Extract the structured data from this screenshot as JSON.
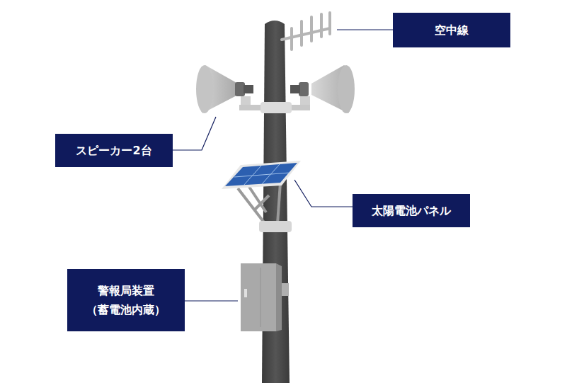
{
  "diagram": {
    "nodes": [
      {
        "text": [
          "空中線"
        ]
      },
      {
        "text": [
          "スピーカー2台"
        ]
      },
      {
        "text": [
          "太陽電池パネル"
        ]
      },
      {
        "text": [
          "警報局装置 （蓄電池内蔵）"
        ]
      }
    ]
  }
}
